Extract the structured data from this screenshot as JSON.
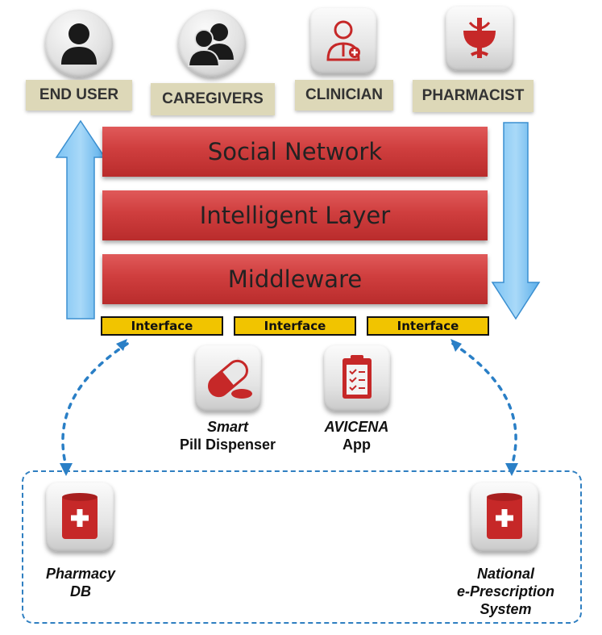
{
  "roles": [
    {
      "label": "END USER",
      "icon": "user-icon"
    },
    {
      "label": "CAREGIVERS",
      "icon": "group-icon"
    },
    {
      "label": "CLINICIAN",
      "icon": "doctor-icon"
    },
    {
      "label": "PHARMACIST",
      "icon": "pharmacy-icon"
    }
  ],
  "layers": [
    "Social Network",
    "Intelligent Layer",
    "Middleware"
  ],
  "interfaces": [
    "Interface",
    "Interface",
    "Interface"
  ],
  "devices": [
    {
      "line1": "Smart",
      "line2": "Pill Dispenser",
      "icon": "pill-icon"
    },
    {
      "line1": "AVICENA",
      "line2": "App",
      "icon": "clipboard-icon"
    }
  ],
  "databases": [
    {
      "line1": "Pharmacy",
      "line2": "DB",
      "icon": "database-icon"
    },
    {
      "line1": "National",
      "line2": "e-Prescription",
      "line3": "System",
      "icon": "database-icon"
    }
  ],
  "colors": {
    "layer_red": "#cf3e3e",
    "interface_yellow": "#f1c400",
    "arrow_blue": "#4aa6e8",
    "label_beige": "#ddd8b8"
  }
}
